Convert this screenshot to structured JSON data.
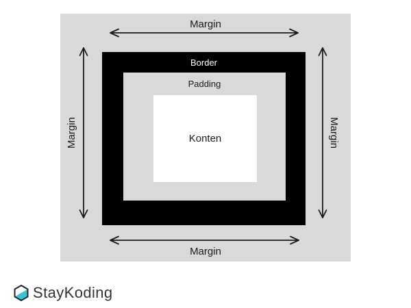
{
  "diagram": {
    "labels": {
      "margin": "Margin",
      "border": "Border",
      "padding": "Padding",
      "content": "Konten"
    },
    "colors": {
      "margin_bg": "#d9d9d9",
      "border_bg": "#000000",
      "padding_bg": "#d9d9d9",
      "content_bg": "#ffffff",
      "arrow": "#1a1a1a",
      "label_dark": "#1a1a1a",
      "label_light": "#ffffff"
    }
  },
  "footer": {
    "brand_name": "StayKoding",
    "logo_icon": "hexagon-icon",
    "colors": {
      "icon_fill_teal": "#3bc4ca",
      "icon_fill_white": "#ffffff",
      "icon_outline": "#23252e",
      "brand_text": "#333333"
    }
  }
}
